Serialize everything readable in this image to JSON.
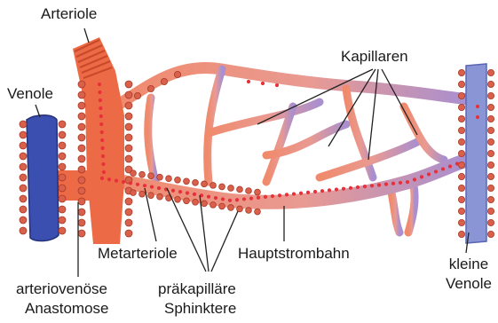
{
  "labels": {
    "arteriole": "Arteriole",
    "venole": "Venole",
    "kapillaren": "Kapillaren",
    "metarteriole": "Metarteriole",
    "hauptstrombahn": "Hauptstrombahn",
    "kleine_venole_1": "kleine",
    "kleine_venole_2": "Venole",
    "anastomose_1": "arteriovenöse",
    "anastomose_2": "Anastomose",
    "sphinktere_1": "präkapilläre",
    "sphinktere_2": "Sphinktere"
  },
  "colors": {
    "artery": "#ec6a45",
    "artery_dark": "#c94a2a",
    "capillary": "#f2a08a",
    "venous_capillary": "#b48fc4",
    "vein": "#3a4fb0",
    "small_vein": "#8a95d6",
    "cell": "#d9604a",
    "blood_dot": "#e8303a"
  }
}
